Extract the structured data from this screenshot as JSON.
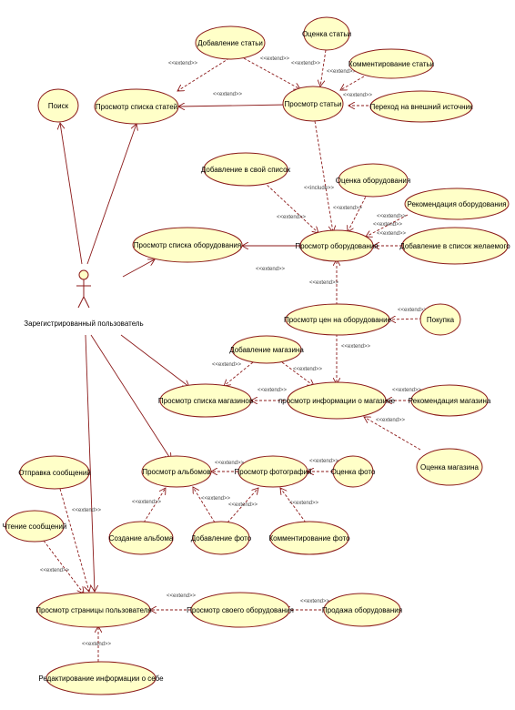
{
  "actor": {
    "name": "Зарегистрированный пользователь"
  },
  "stereotype": {
    "extend": "<<extend>>",
    "include": "<<include>>"
  },
  "use_cases": {
    "add_article": "Добавление статьи",
    "rate_article": "Оценка статьи",
    "comment_article": "Комментирование статьи",
    "search": "Поиск",
    "view_article_list": "Просмотр списка статей",
    "view_article": "Просмотр статьи",
    "external_source": "Переход на внешний источник",
    "add_to_own_list": "Добавление в свой список",
    "rate_equipment": "Оценка оборудования",
    "recommend_equipment": "Рекомендация оборудования",
    "view_equipment_list": "Просмотр списка оборудования",
    "view_equipment": "Просмотр оборудования",
    "add_to_wishlist": "Добавление в список желаемого",
    "view_prices": "Просмотр цен на оборудование",
    "purchase": "Покупка",
    "add_shop": "Добавление магазина",
    "view_shop_list": "Просмотр списка магазинов",
    "view_shop_info": "просмотр информации о магазине",
    "recommend_shop": "Рекомендация магазина",
    "rate_shop": "Оценка магазина",
    "send_messages": "Отправка сообщений",
    "view_albums": "Просмотр альбомов",
    "view_photos": "Просмотр фотографий",
    "rate_photo": "Оценка фото",
    "read_messages": "Чтение сообщений",
    "create_album": "Создание альбома",
    "add_photo": "Добавление фото",
    "comment_photo": "Комментирование фото",
    "view_user_page": "Просмотр страницы пользователя",
    "view_own_equipment": "Просмотр своего оборудования",
    "sell_equipment": "Продажа оборудования",
    "edit_profile": "Редактирование информации о себе"
  }
}
